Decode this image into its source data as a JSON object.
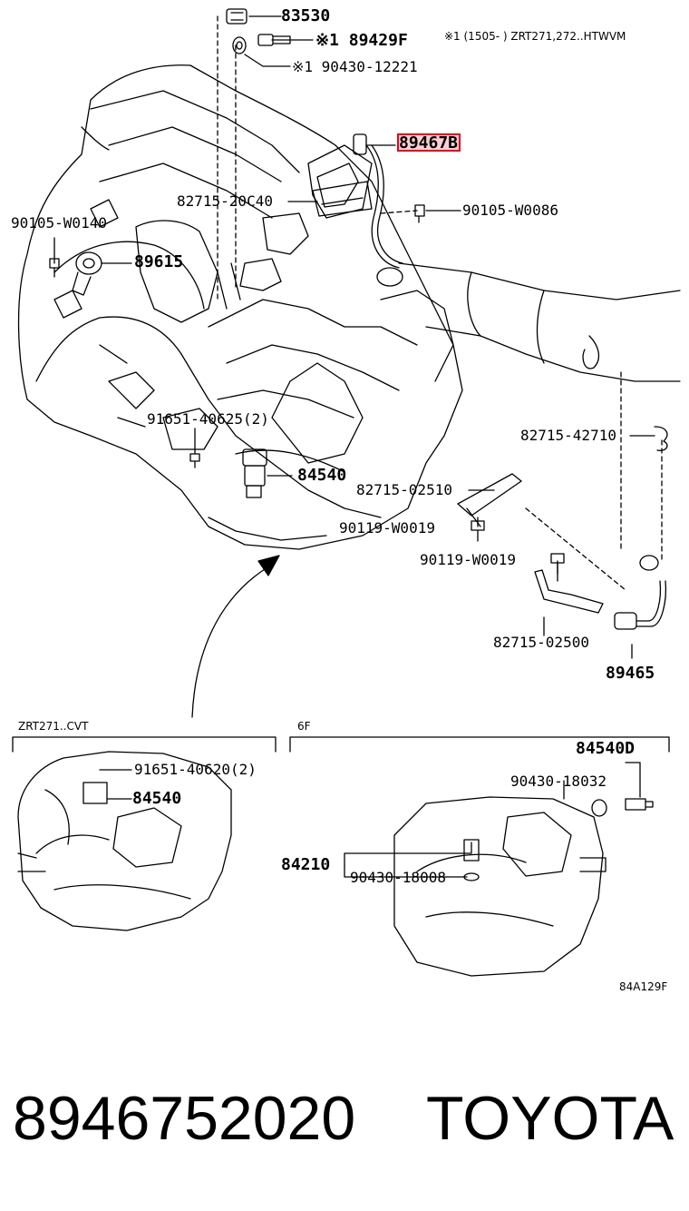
{
  "highlight_color": "#e0001b",
  "top_note": "※1 (1505-     ) ZRT271,272..HTWVM",
  "labels": {
    "l83530": "83530",
    "l89429f": "※1 89429F",
    "l90430_12221": "※1 90430-12221",
    "l89467b": "89467B",
    "l82715_20c40": "82715-20C40",
    "l90105_w0086": "90105-W0086",
    "l90105_w0140": "90105-W0140",
    "l89615": "89615",
    "l91651_40625": "91651-40625(2)",
    "l84540_main": "84540",
    "l82715_02510": "82715-02510",
    "l90119_w0019_a": "90119-W0019",
    "l90119_w0019_b": "90119-W0019",
    "l82715_42710": "82715-42710",
    "l82715_02500": "82715-02500",
    "l89465": "89465",
    "l91651_40620": "91651-40620(2)",
    "l84540_cvt": "84540",
    "l84540d": "84540D",
    "l90430_18032": "90430-18032",
    "l84210": "84210",
    "l90430_18008": "90430-18008"
  },
  "sections": {
    "cvt": "ZRT271..CVT",
    "sixf": "6F"
  },
  "figure_code": "84A129F",
  "footer": {
    "part_number": "8946752020",
    "brand": "TOYOTA"
  }
}
